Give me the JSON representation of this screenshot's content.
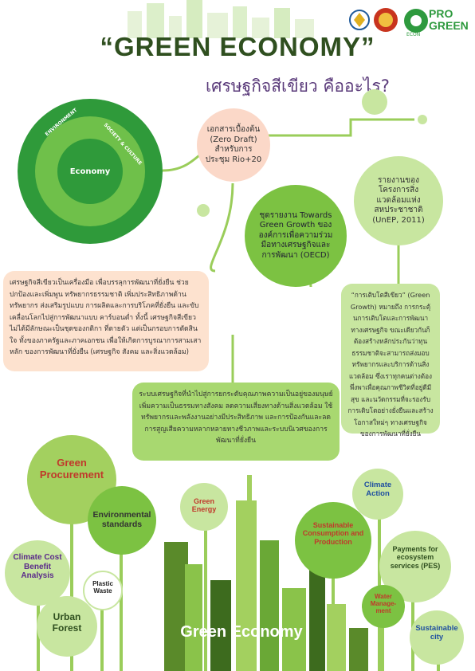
{
  "header": {
    "title": "“GREEN ECONOMY”",
    "subtitle": "เศรษฐกิจสีเขียว คืออะไร?",
    "logo_right": "PRO GREEN",
    "logo_right_small": "ECON"
  },
  "diagram": {
    "outer": "ENVIRONMENT",
    "middle": "SOCIETY & CULTURE",
    "inner": "Economy"
  },
  "timeline": {
    "rio": "เอกสารเบื้องต้น (Zero Draft) สำหรับการประชุม Rio+20",
    "oecd": "ชุดรายงาน Towards Green Growth ขององค์การเพื่อความร่วมมือทางเศรษฐกิจและการพัฒนา (OECD)",
    "unep": "รายงานของโครงการสิ่งแวดล้อมแห่งสหประชาชาติ (UnEP, 2011)"
  },
  "definitions": {
    "left": "เศรษฐกิจสีเขียวเป็นเครื่องมือ เพื่อบรรลุการพัฒนาที่ยั่งยืน ช่วยปกป้องและเพิ่มพูน ทรัพยากรธรรมชาติ เพิ่มประสิทธิภาพด้านทรัพยากร ส่งเสริมรูปแบบ การผลิตและการบริโภคที่ยั่งยืน และขับเคลื่อนโลกไปสู่การพัฒนาแบบ คาร์บอนต่ำ ทั้งนี้ เศรษฐกิจสีเขียว ไม่ได้มีลักษณะเป็นชุดของกติกา ที่ตายตัว แต่เป็นกรอบการตัดสินใจ ทั้งของภาครัฐและภาคเอกชน เพื่อให้เกิดการบูรณาการสามเสาหลัก ของการพัฒนาที่ยั่งยืน (เศรษฐกิจ สังคม และสิ่งแวดล้อม)",
    "right": "“การเติบโตสีเขียว” (Green Growth) หมายถึง การกระตุ้นการเติบโตและการพัฒนาทางเศรษฐกิจ ขณะเดียวกันก็ต้องสร้างหลักประกันว่าทุนธรรมชาติจะสามารถส่งมอบทรัพยากรและบริการด้านสิ่งแวดล้อม ซึ่งเราทุกคนต่างต้องพึ่งพาเพื่อคุณภาพชีวิตที่อยู่ดีมีสุข และนวัตกรรมที่จะรองรับการเติบโตอย่างยั่งยืนและสร้างโอกาสใหม่ๆ ทางเศรษฐกิจ ของการพัฒนาที่ยั่งยืน",
    "center": "ระบบเศรษฐกิจที่นำไปสู่การยกระดับคุณภาพความเป็นอยู่ของมนุษย์ เพิ่มความเป็นธรรมทางสังคม ลดความเสี่ยงทางด้านสิ่งแวดล้อม ใช้ทรัพยากรและพลังงานอย่างมีประสิทธิภาพ และการป้องกันและลดการสูญเสียความหลากหลายทางชีวภาพและระบบนิเวศของการพัฒนาที่ยั่งยืน"
  },
  "bubbles": {
    "green_procurement": "Green Procurement",
    "environmental_standards": "Environmental standards",
    "green_energy": "Green Energy",
    "sustainable_consumption": "Sustainable Consumption and Production",
    "climate_action": "Climate Action",
    "payments": "Payments for ecosystem services (PES)",
    "climate_cost": "Climate Cost Benefit Analysis",
    "plastic_waste": "Plastic Waste",
    "urban_forest": "Urban Forest",
    "water_management": "Water Manage-ment",
    "sustainable_city": "Sustainable city"
  },
  "footer": {
    "label": "Green Economy"
  },
  "colors": {
    "dark_green": "#2f4f1f",
    "mid_green": "#7cc242",
    "light_green": "#c8e6a0",
    "peach": "#fde2cf",
    "purple": "#5a3a7a"
  }
}
